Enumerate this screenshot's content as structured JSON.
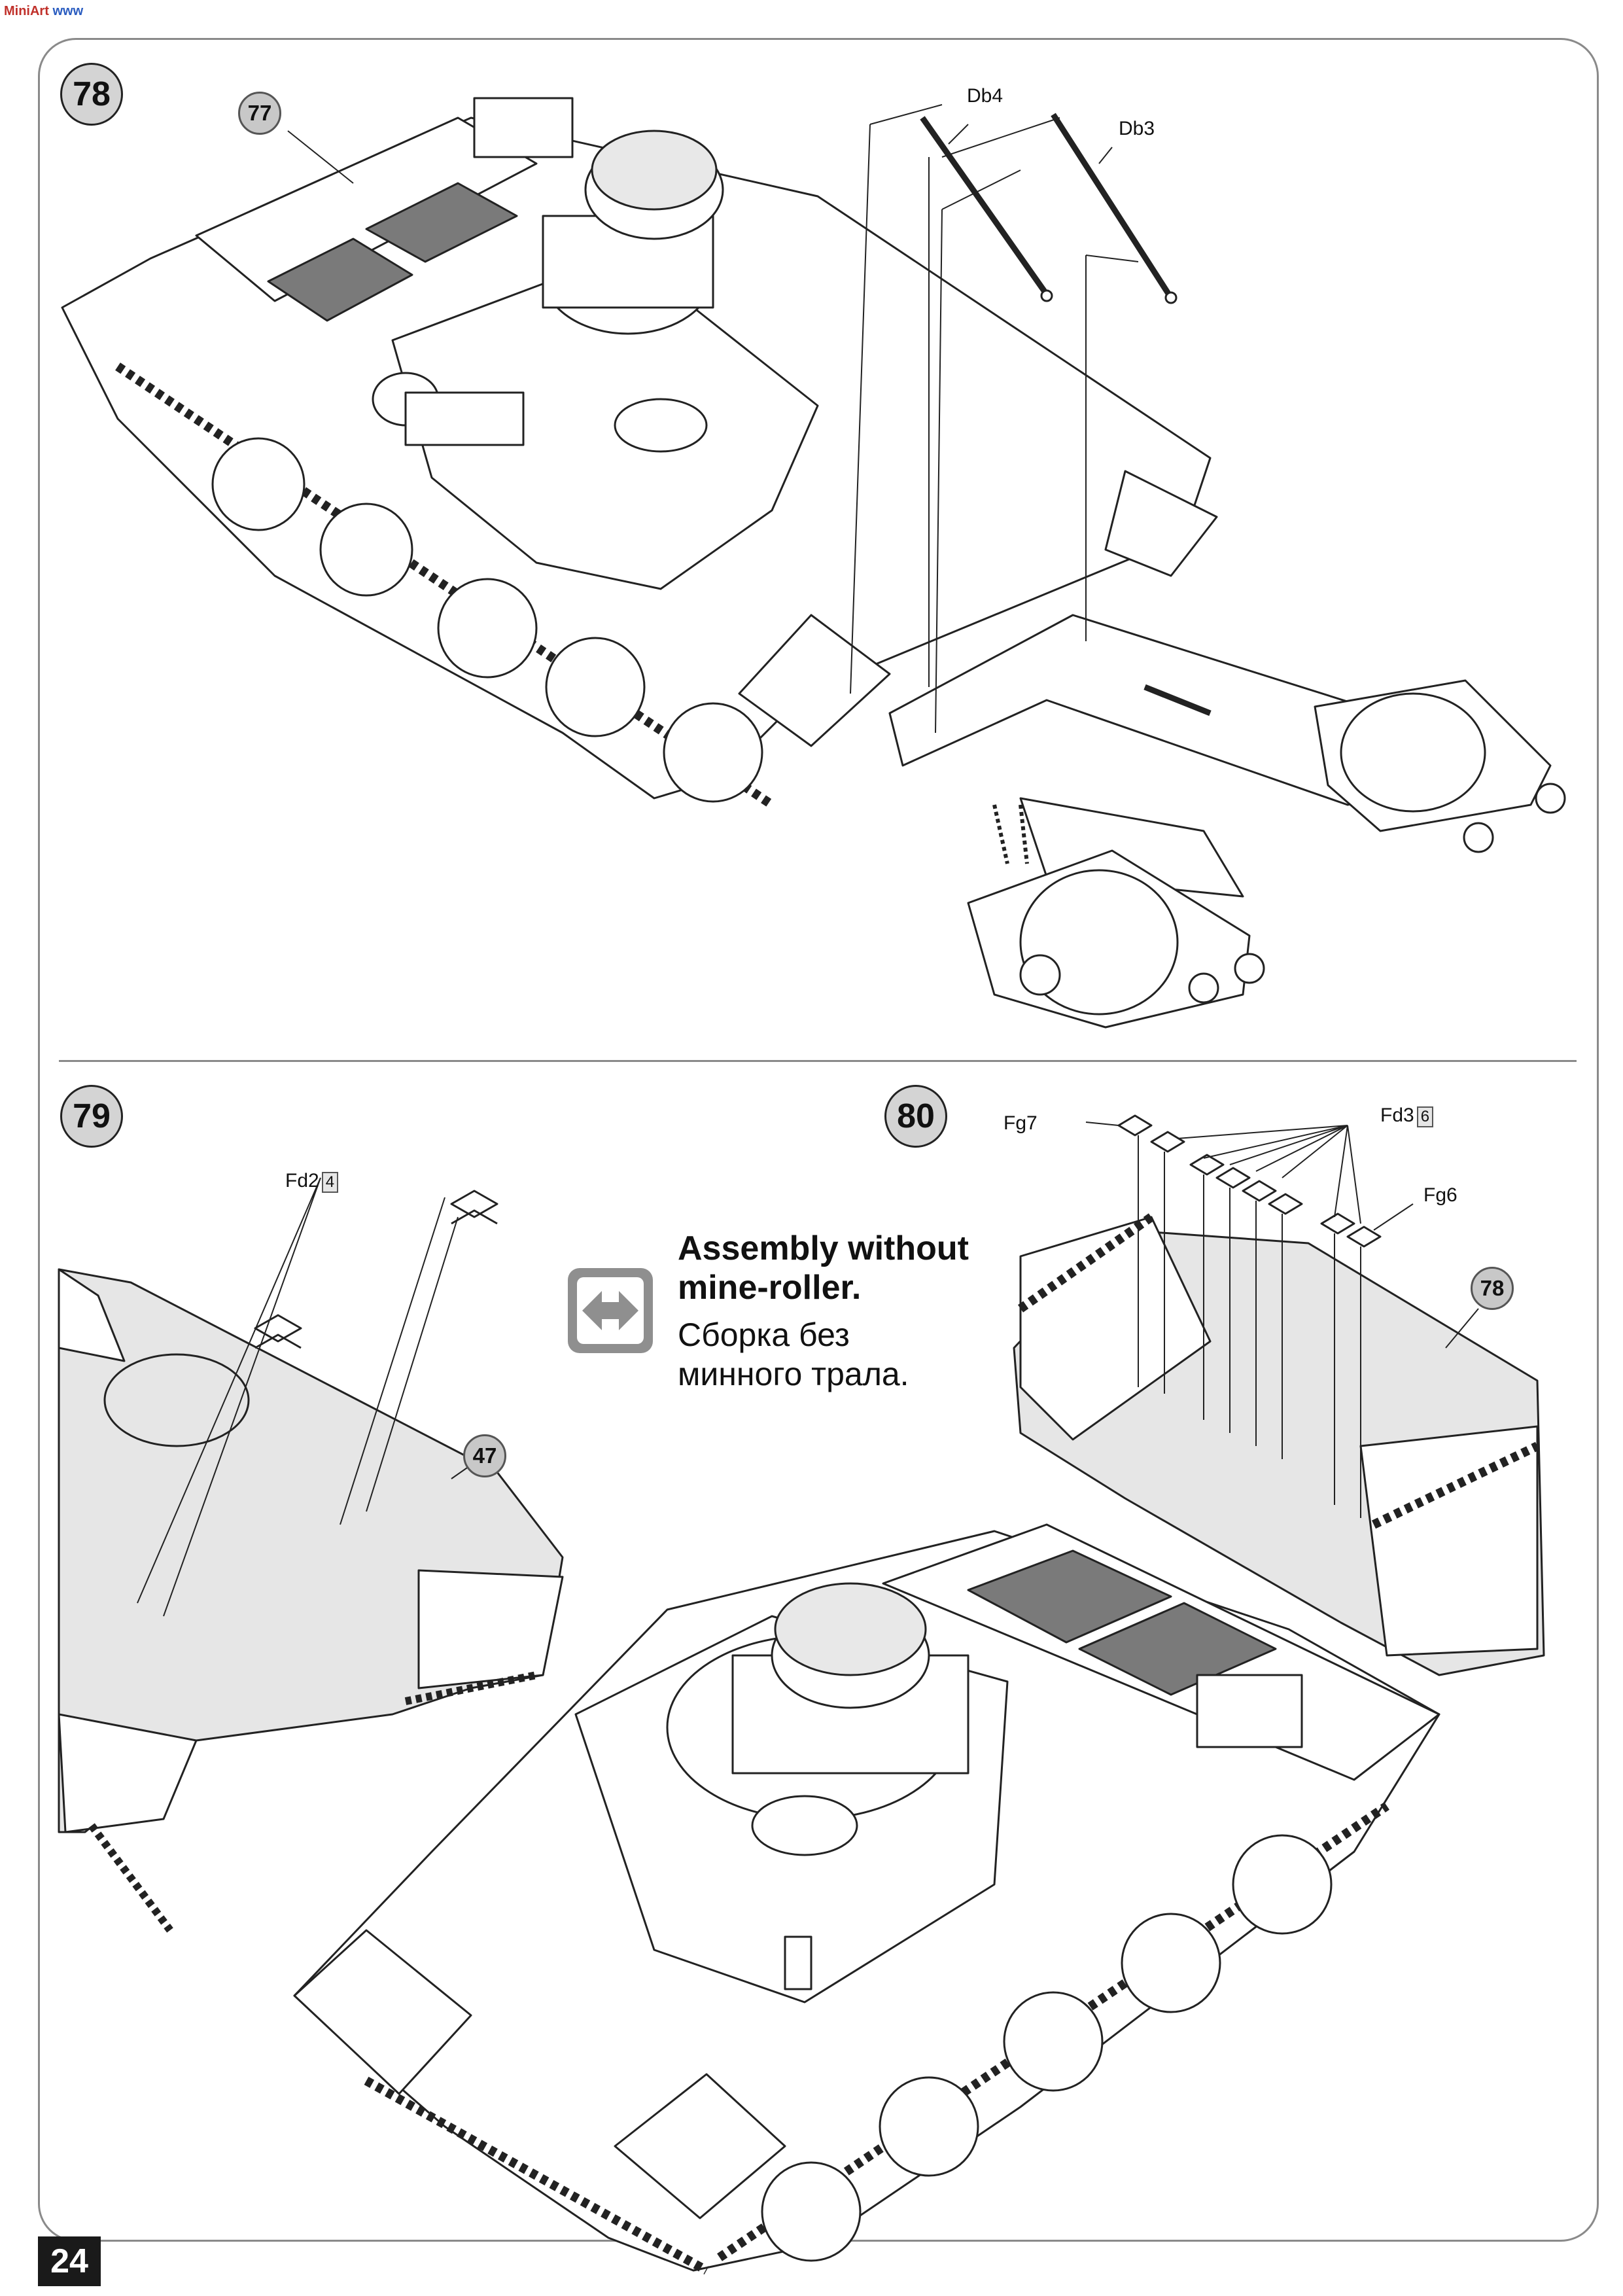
{
  "header": {
    "logo_text_left": "MiniArt",
    "logo_text_right": "www"
  },
  "page_number": "24",
  "steps": {
    "s78": {
      "number": "78",
      "ref": "77",
      "parts": [
        "Db4",
        "Db3"
      ]
    },
    "s79": {
      "number": "79",
      "ref": "47",
      "part": "Fd2",
      "qty": "4"
    },
    "s80": {
      "number": "80",
      "ref": "78",
      "parts": {
        "fg7": "Fg7",
        "fd3": "Fd3",
        "fd3_qty": "6",
        "fg6": "Fg6"
      }
    }
  },
  "note": {
    "english": "Assembly without\nmine-roller.",
    "russian": "Сборка без\nминного трала."
  },
  "colors": {
    "line": "#8a8a8a",
    "badge": "#d4d4d4",
    "panel_fill": "#7a7a7a",
    "hull": "#ffffff",
    "shadow": "#e2e2e2"
  },
  "icons": {
    "note_icon": "double-arrow-icon"
  }
}
